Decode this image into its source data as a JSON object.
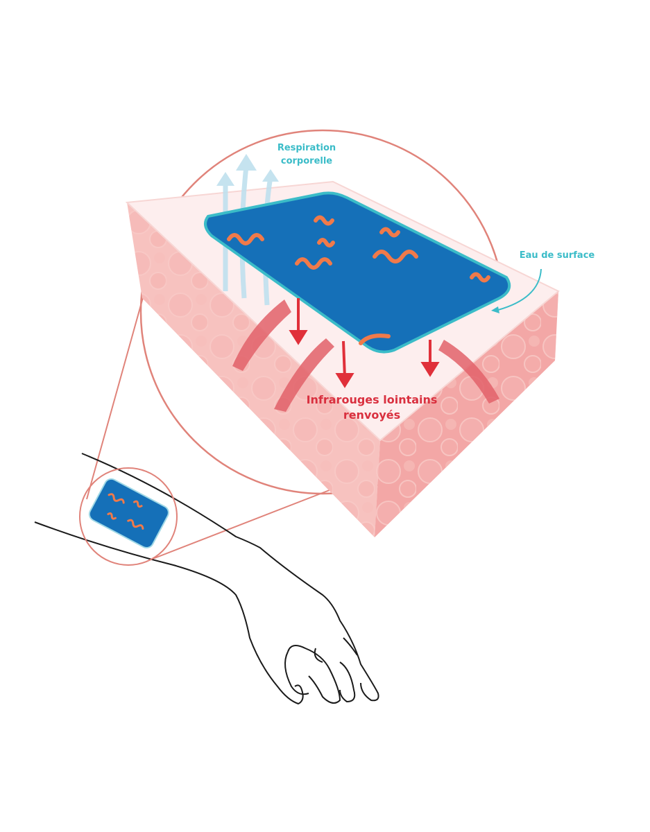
{
  "labels": {
    "respiration_line1": "Respiration",
    "respiration_line2": "corporelle",
    "surface_water": "Eau de surface",
    "infrared_line1": "Infrarouges lointains",
    "infrared_line2": "renvoyés"
  },
  "colors": {
    "teal": "#3bbcc8",
    "red": "#e0303a",
    "patch_blue": "#1570b8",
    "patch_orange": "#f07a4a",
    "skin": "#f8c7c4",
    "circle_line": "#e0837a"
  }
}
